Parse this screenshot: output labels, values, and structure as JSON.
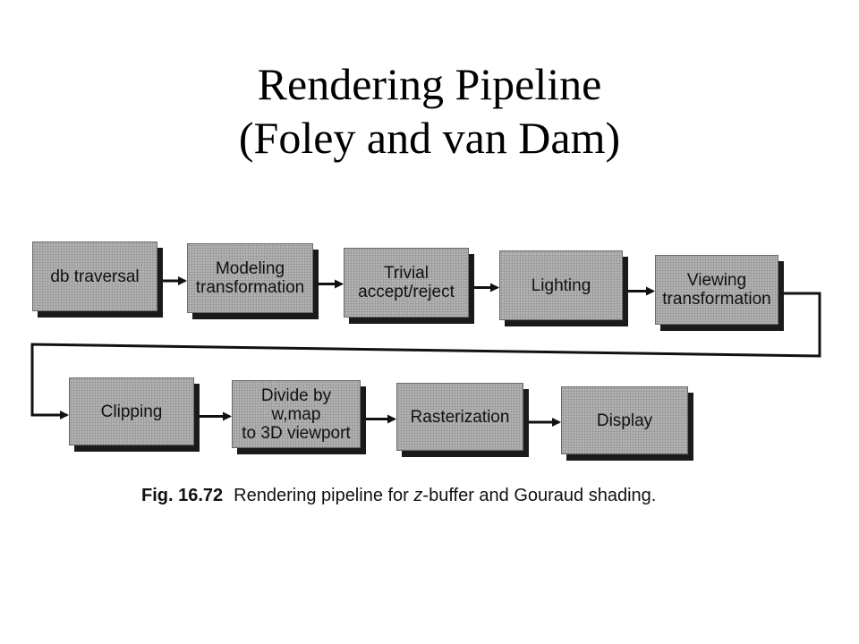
{
  "title": {
    "line1": "Rendering Pipeline",
    "line2": "(Foley and van Dam)"
  },
  "stages": [
    {
      "id": "db-traversal",
      "lines": [
        "db traversal"
      ]
    },
    {
      "id": "modeling-transformation",
      "lines": [
        "Modeling",
        "transformation"
      ]
    },
    {
      "id": "trivial-accept-reject",
      "lines": [
        "Trivial",
        "accept/reject"
      ]
    },
    {
      "id": "lighting",
      "lines": [
        "Lighting"
      ]
    },
    {
      "id": "viewing-transformation",
      "lines": [
        "Viewing",
        "transformation"
      ]
    },
    {
      "id": "clipping",
      "lines": [
        "Clipping"
      ]
    },
    {
      "id": "divide-by-w",
      "lines": [
        "Divide by w,map",
        "to 3D viewport"
      ]
    },
    {
      "id": "rasterization",
      "lines": [
        "Rasterization"
      ]
    },
    {
      "id": "display",
      "lines": [
        "Display"
      ]
    }
  ],
  "caption": {
    "fig_number": "Fig. 16.72",
    "text_before": "Rendering pipeline for ",
    "italic_var": "z",
    "text_after": "-buffer and Gouraud shading."
  }
}
